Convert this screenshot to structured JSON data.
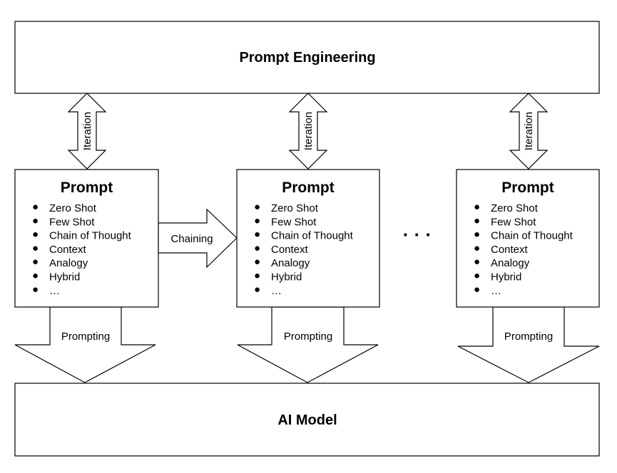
{
  "top_box": {
    "label": "Prompt Engineering"
  },
  "bottom_box": {
    "label": "AI Model"
  },
  "prompts": [
    {
      "title": "Prompt",
      "items": [
        "Zero Shot",
        "Few Shot",
        "Chain of Thought",
        "Context",
        "Analogy",
        "Hybrid",
        "…"
      ]
    },
    {
      "title": "Prompt",
      "items": [
        "Zero Shot",
        "Few Shot",
        "Chain of Thought",
        "Context",
        "Analogy",
        "Hybrid",
        "…"
      ]
    },
    {
      "title": "Prompt",
      "items": [
        "Zero Shot",
        "Few Shot",
        "Chain of Thought",
        "Context",
        "Analogy",
        "Hybrid",
        "…"
      ]
    }
  ],
  "iteration_label": "Iteration",
  "prompting_label": "Prompting",
  "chaining_label": "Chaining",
  "ellipsis": "· · ·",
  "bullet": "●"
}
